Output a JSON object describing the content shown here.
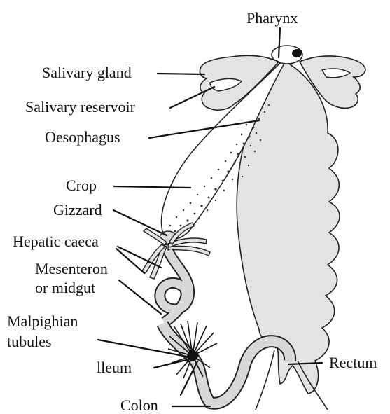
{
  "labels": {
    "pharynx": "Pharynx",
    "salivary_gland": "Salivary gland",
    "salivary_reservoir": "Salivary reservoir",
    "oesophagus": "Oesophagus",
    "crop": "Crop",
    "gizzard": "Gizzard",
    "hepatic_caeca": "Hepatic caeca",
    "mesenteron_line1": "Mesenteron",
    "mesenteron_line2": "or midgut",
    "malpighian_line1": "Malpighian",
    "malpighian_line2": "tubules",
    "ileum": "lleum",
    "colon": "Colon",
    "rectum": "Rectum"
  },
  "colors": {
    "organ_fill": "#e3e3e3",
    "line": "#111111",
    "background": "#ffffff"
  }
}
